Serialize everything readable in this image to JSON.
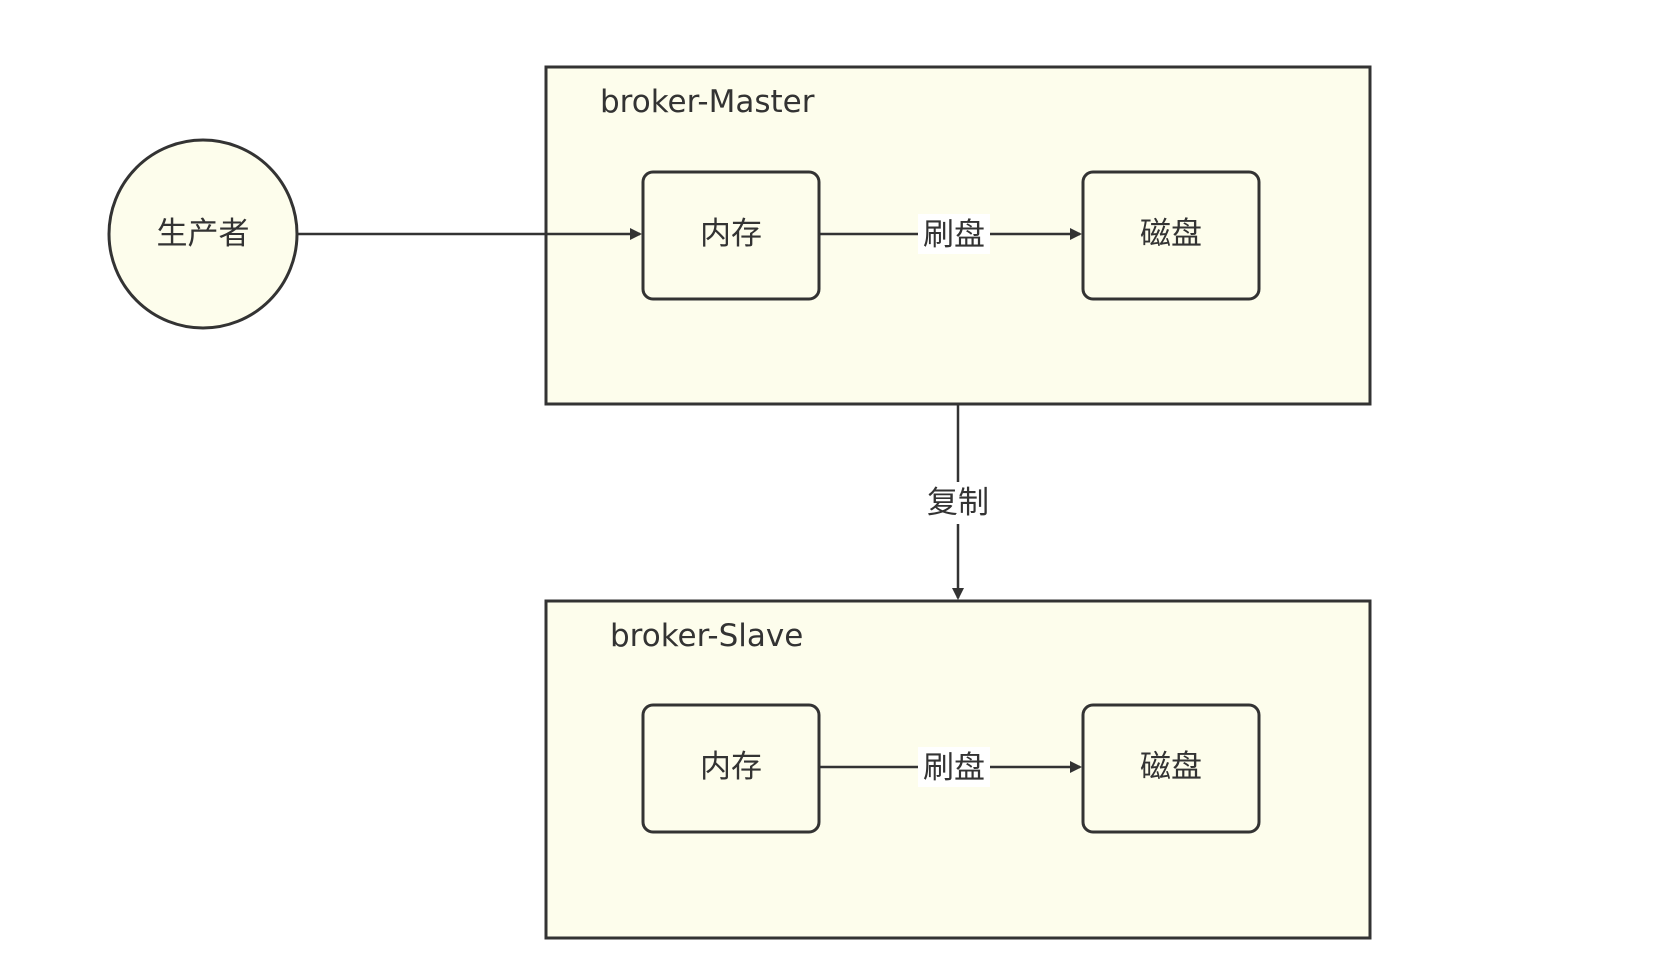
{
  "diagram": {
    "producer": {
      "label": "生产者"
    },
    "master": {
      "title": "broker-Master",
      "memory": "内存",
      "disk": "磁盘",
      "flush_label": "刷盘"
    },
    "replicate_label": "复制",
    "slave": {
      "title": "broker-Slave",
      "memory": "内存",
      "disk": "磁盘",
      "flush_label": "刷盘"
    },
    "colors": {
      "fill": "#fdfdec",
      "stroke": "#333333",
      "background": "#ffffff"
    }
  }
}
